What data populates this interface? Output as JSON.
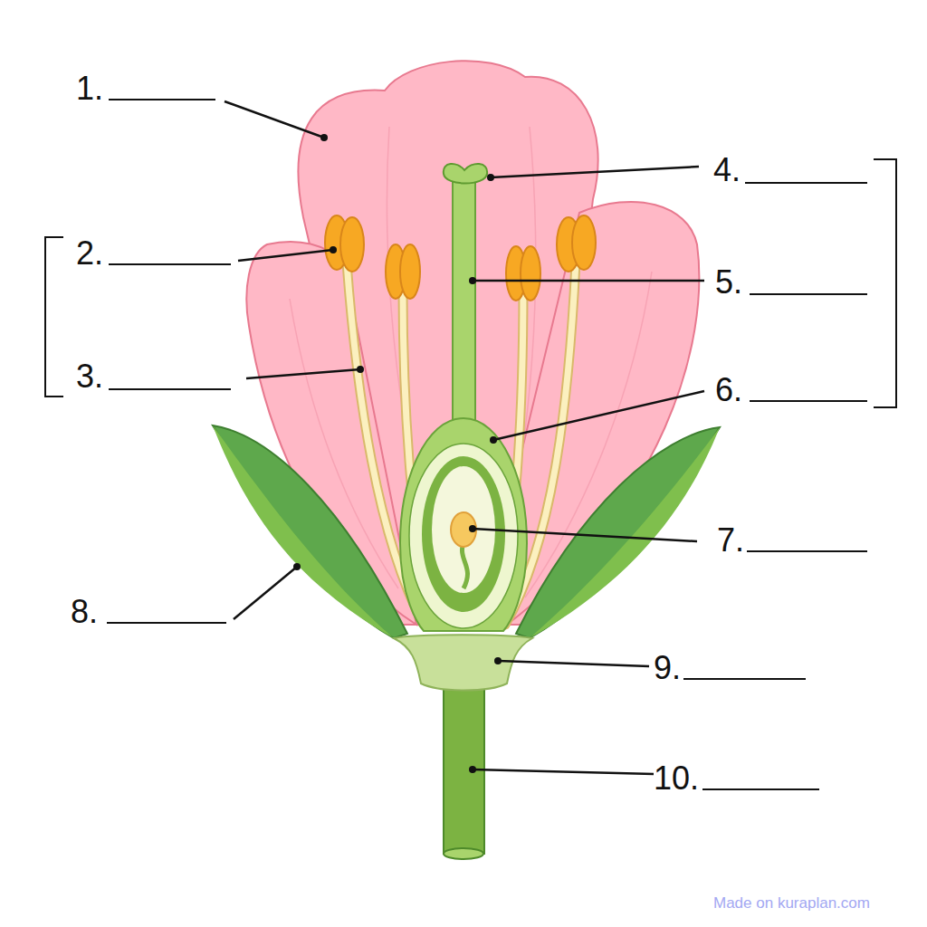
{
  "diagram": {
    "labels": [
      "1.",
      "2.",
      "3.",
      "4.",
      "5.",
      "6.",
      "7.",
      "8.",
      "9.",
      "10.",
      "Made on kuraplan.com"
    ]
  }
}
